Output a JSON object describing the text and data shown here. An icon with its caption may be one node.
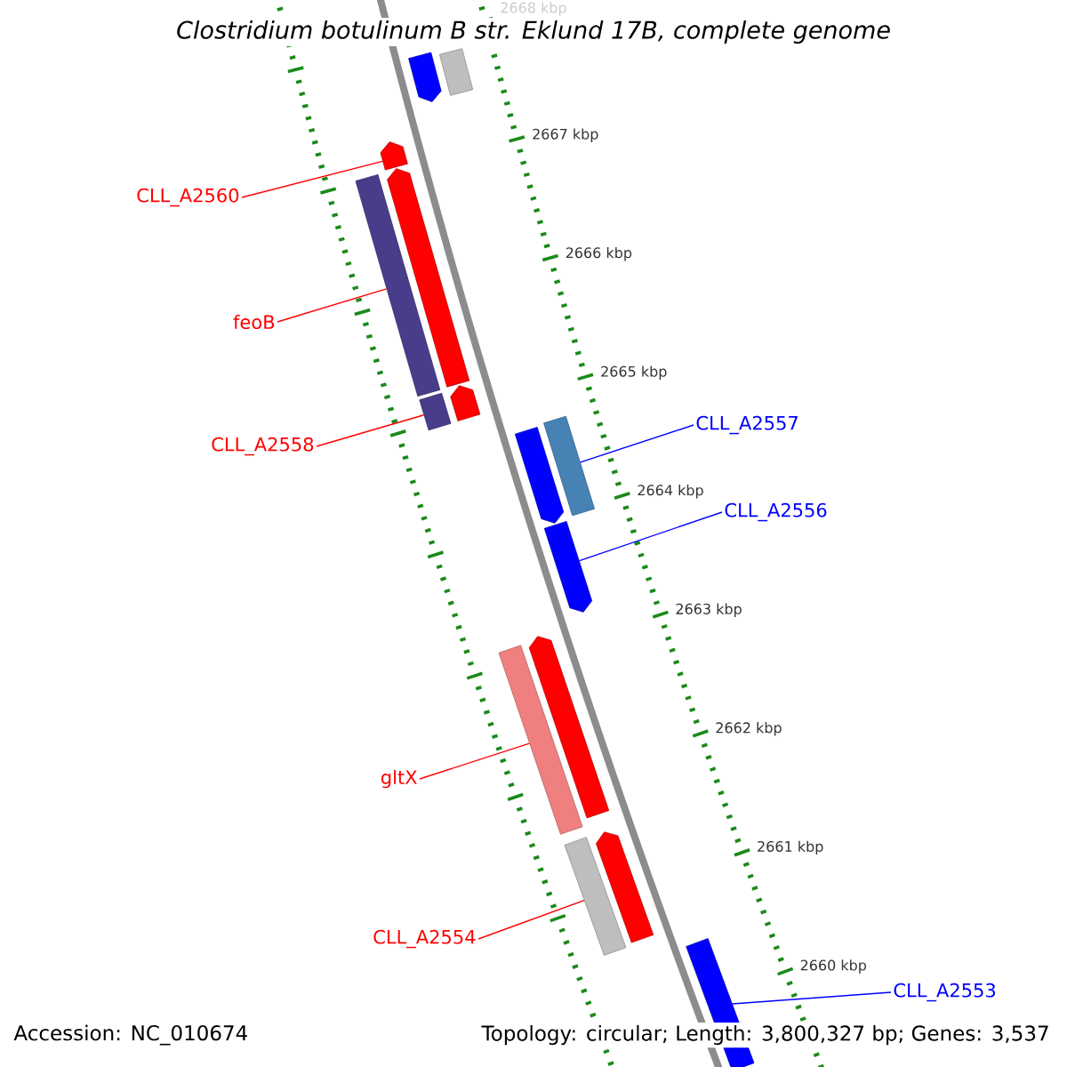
{
  "diagram": {
    "title": "Clostridium botulinum B str. Eklund 17B, complete genome",
    "nodes": [
      {
        "text": [
          "CLL_A2560"
        ]
      },
      {
        "text": [
          "feoB"
        ]
      },
      {
        "text": [
          "CLL_A2558"
        ]
      },
      {
        "text": [
          "CLL_A2557"
        ]
      },
      {
        "text": [
          "CLL_A2556"
        ]
      },
      {
        "text": [
          "gltX"
        ]
      },
      {
        "text": [
          "CLL_A2554"
        ]
      },
      {
        "text": [
          "CLL_A2553"
        ]
      },
      {
        "text": [],
        "shape": "bar"
      },
      {
        "text": [],
        "shape": "bar"
      },
      {
        "text": [],
        "shape": "bar"
      },
      {
        "text": [],
        "shape": "bar"
      },
      {
        "text": [],
        "shape": "bar"
      },
      {
        "text": [],
        "shape": "bar"
      },
      {
        "text": [],
        "shape": "bar"
      },
      {
        "text": [],
        "shape": "bar"
      },
      {
        "text": [],
        "shape": "bar"
      },
      {
        "text": [],
        "shape": "bar"
      },
      {
        "text": [],
        "shape": "bar"
      },
      {
        "text": [],
        "shape": "bar"
      },
      {
        "text": [],
        "shape": "bar"
      },
      {
        "text": [],
        "shape": "bar"
      },
      {
        "text": [],
        "shape": "bar"
      }
    ],
    "edges": [
      {
        "from": 0,
        "to": 10,
        "arrow": "none"
      },
      {
        "from": 1,
        "to": 12,
        "arrow": "none"
      },
      {
        "from": 2,
        "to": 14,
        "arrow": "none"
      },
      {
        "from": 3,
        "to": 15,
        "arrow": "none",
        "color": "#0000ff"
      },
      {
        "from": 4,
        "to": 17,
        "arrow": "none",
        "color": "#0000ff"
      },
      {
        "from": 5,
        "to": 19,
        "arrow": "none"
      },
      {
        "from": 6,
        "to": 21,
        "arrow": "none"
      },
      {
        "from": 7,
        "to": 22,
        "arrow": "none",
        "color": "#0000ff"
      }
    ],
    "labels": [
      "2668 kbp",
      "2667 kbp",
      "2666 kbp",
      "2665 kbp",
      "2664 kbp",
      "2663 kbp",
      "2662 kbp",
      "2661 kbp",
      "2660 kbp",
      "Accession: NC_010674",
      "Topology: circular; Length: 3,800,327 bp; Genes: 3,537"
    ]
  }
}
